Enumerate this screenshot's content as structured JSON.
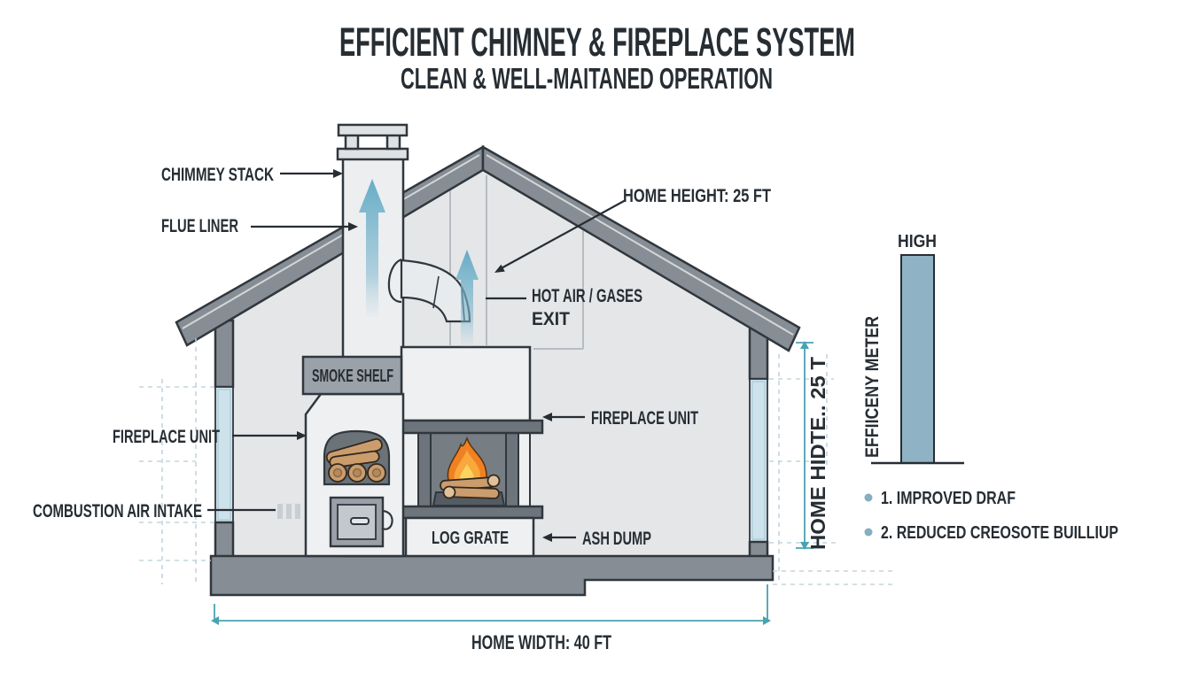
{
  "title": "EFFICIENT CHIMNEY & FIREPLACE SYSTEM",
  "subtitle": "CLEAN & WELL-MAITANED OPERATION",
  "labels": {
    "chimney_stack": "CHIMMEY STACK",
    "flue_liner": "FLUE LINER",
    "home_height": "HOME HEIGHT: 25 FT",
    "hot_air_line1": "HOT AIR / GASES",
    "hot_air_line2": "EXIT",
    "smoke_shelf": "SMOKE SHELF",
    "fireplace_unit_left": "FIREPLACE UNIT",
    "fireplace_unit_right": "FIREPLACE UNIT",
    "combustion_air_intake": "COMBUSTION AIR INTAKE",
    "log_grate": "LOG GRATE",
    "ash_dump": "ASH DUMP",
    "home_width": "HOME WIDTH: 40 FT",
    "home_height_side": "HOME HIDTE.. 25 T"
  },
  "meter": {
    "title": "EFFIICENY METER",
    "level": "HIGH"
  },
  "benefits": [
    "1. IMPROVED DRAF",
    "2. REDUCED CREOSOTE BUILLIUP"
  ],
  "colors": {
    "accent_teal": "#4aa2b0",
    "meter_fill": "#8fb3c4",
    "bullet": "#85aebf",
    "flow_arrow": "#5fa8c4",
    "flame_orange": "#f08122",
    "roof_gray": "#868d94",
    "text": "#262d33"
  }
}
